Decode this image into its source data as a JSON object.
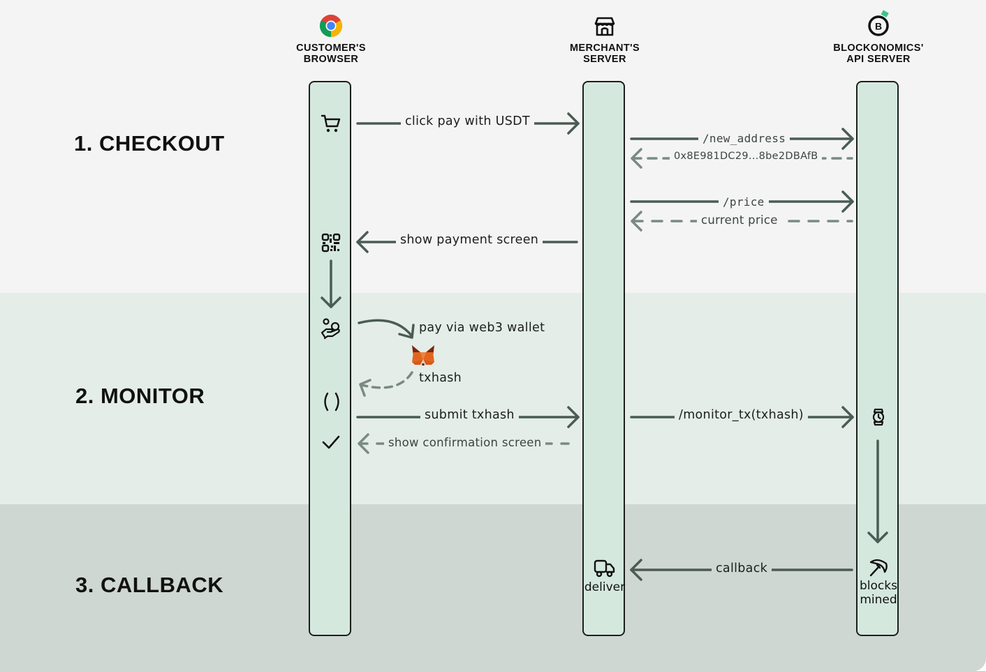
{
  "stages": [
    {
      "label": "1. CHECKOUT"
    },
    {
      "label": "2. MONITOR"
    },
    {
      "label": "3. CALLBACK"
    }
  ],
  "actors": [
    {
      "icon": "chrome-icon",
      "line1": "CUSTOMER'S",
      "line2": "BROWSER"
    },
    {
      "icon": "store-icon",
      "line1": "MERCHANT'S",
      "line2": "SERVER"
    },
    {
      "icon": "blockonomics-logo-icon",
      "line1": "BLOCKONOMICS'",
      "line2": "API SERVER"
    }
  ],
  "messages": {
    "click_pay": "click pay with USDT",
    "new_address": "/new_address",
    "address_reply": "0x8E981DC29...8be2DBAfB",
    "price": "/price",
    "current_price": "current price",
    "show_payment": "show payment screen",
    "pay_web3": "pay via web3 wallet",
    "txhash": "txhash",
    "submit_txhash": "submit txhash",
    "monitor_tx": "/monitor_tx(txhash)",
    "show_confirmation": "show confirmation screen",
    "callback": "callback"
  },
  "captions": {
    "deliver": "deliver",
    "blocks_mined_1": "blocks",
    "blocks_mined_2": "mined"
  },
  "colors": {
    "arrow_solid": "#4a5c53",
    "arrow_dashed": "#7a8a82",
    "lifeline_fill": "#d5e8de",
    "band_checkout": "#f4f4f4",
    "band_monitor": "#e4ede8",
    "band_callback": "#ced7d2",
    "blockonomics_accent": "#3dc48a"
  }
}
